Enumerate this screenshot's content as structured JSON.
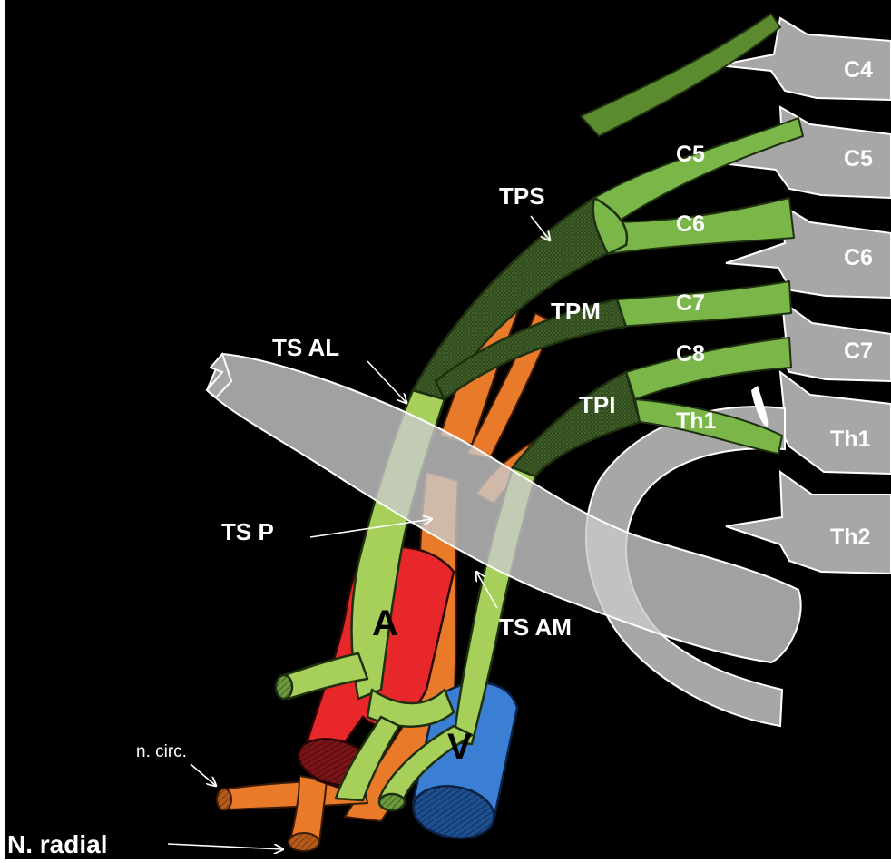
{
  "vertebrae": {
    "c4": "C4",
    "c5": "C5",
    "c6": "C6",
    "c7": "C7",
    "th1": "Th1",
    "th2": "Th2"
  },
  "roots": {
    "c5": "C5",
    "c6": "C6",
    "c7": "C7",
    "c8": "C8",
    "th1": "Th1"
  },
  "trunks": {
    "tps": "TPS",
    "tpm": "TPM",
    "tpi": "TPI"
  },
  "cords": {
    "ts_al": "TS AL",
    "ts_p": "TS P",
    "ts_am": "TS AM"
  },
  "vessels": {
    "artery": "A",
    "vein": "V"
  },
  "nerves": {
    "circ": "n. circ.",
    "radial": "N. radial"
  },
  "colors": {
    "background": "#000000",
    "nerve": "#7ab648",
    "nerve_light": "#a6d05a",
    "trunk_dark": "#2e4a1c",
    "artery": "#e8272b",
    "vein": "#3b7fd4",
    "posterior_cord": "#e97a2a",
    "bone": "#a7a7a7"
  }
}
